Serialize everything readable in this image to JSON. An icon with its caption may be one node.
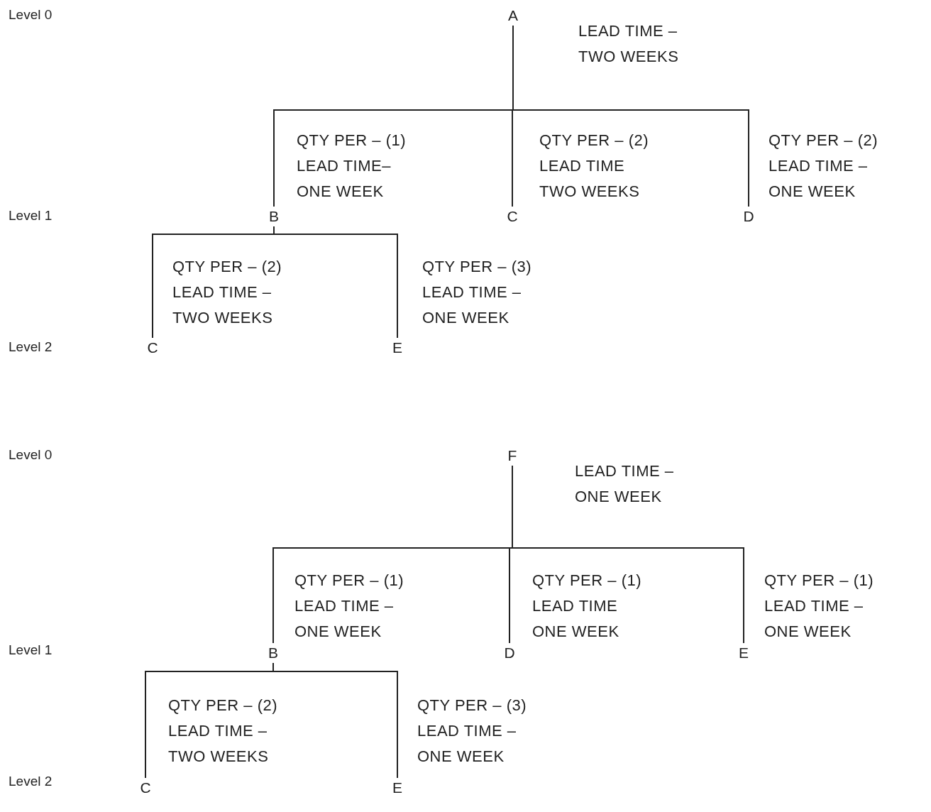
{
  "diagram": {
    "nodes": [
      {
        "text": [
          "A"
        ],
        "beside": [
          "LEAD TIME – TWO WEEKS"
        ]
      },
      {
        "text": [
          "B"
        ],
        "beside": [
          "QTY PER – (1)",
          "LEAD TIME– ONE WEEK"
        ]
      },
      {
        "text": [
          "C"
        ],
        "beside": [
          "QTY PER – (2)",
          "LEAD TIME TWO WEEKS"
        ]
      },
      {
        "text": [
          "D"
        ],
        "beside": [
          "QTY PER – (2)",
          "LEAD TIME – ONE WEEK"
        ]
      },
      {
        "text": [
          "C"
        ],
        "beside": [
          "QTY PER – (2)",
          "LEAD TIME – TWO WEEKS"
        ]
      },
      {
        "text": [
          "E"
        ],
        "beside": [
          "QTY PER – (3)",
          "LEAD TIME – ONE WEEK"
        ]
      },
      {
        "text": [
          "F"
        ],
        "beside": [
          "LEAD TIME – ONE WEEK"
        ]
      },
      {
        "text": [
          "B"
        ],
        "beside": [
          "QTY PER – (1)",
          "LEAD TIME – ONE WEEK"
        ]
      },
      {
        "text": [
          "D"
        ],
        "beside": [
          "QTY PER – (1)",
          "LEAD TIME ONE WEEK"
        ]
      },
      {
        "text": [
          "E"
        ],
        "beside": [
          "QTY PER – (1)",
          "LEAD TIME – ONE WEEK"
        ]
      },
      {
        "text": [
          "C"
        ],
        "beside": [
          "QTY PER – (2)",
          "LEAD TIME – TWO WEEKS"
        ]
      },
      {
        "text": [
          "E"
        ],
        "beside": [
          "QTY PER – (3)",
          "LEAD TIME – ONE WEEK"
        ]
      }
    ],
    "edges": [
      {
        "from": 0,
        "to": 1,
        "arrow": "none"
      },
      {
        "from": 0,
        "to": 2,
        "arrow": "none"
      },
      {
        "from": 0,
        "to": 3,
        "arrow": "none"
      },
      {
        "from": 1,
        "to": 4,
        "arrow": "none"
      },
      {
        "from": 1,
        "to": 5,
        "arrow": "none"
      },
      {
        "from": 6,
        "to": 7,
        "arrow": "none"
      },
      {
        "from": 6,
        "to": 8,
        "arrow": "none"
      },
      {
        "from": 6,
        "to": 9,
        "arrow": "none"
      },
      {
        "from": 7,
        "to": 10,
        "arrow": "none"
      },
      {
        "from": 7,
        "to": 11,
        "arrow": "none"
      }
    ],
    "labels": [
      "Level 0",
      "Level 1",
      "Level 2",
      "Level 0",
      "Level 1",
      "Level 2"
    ]
  }
}
